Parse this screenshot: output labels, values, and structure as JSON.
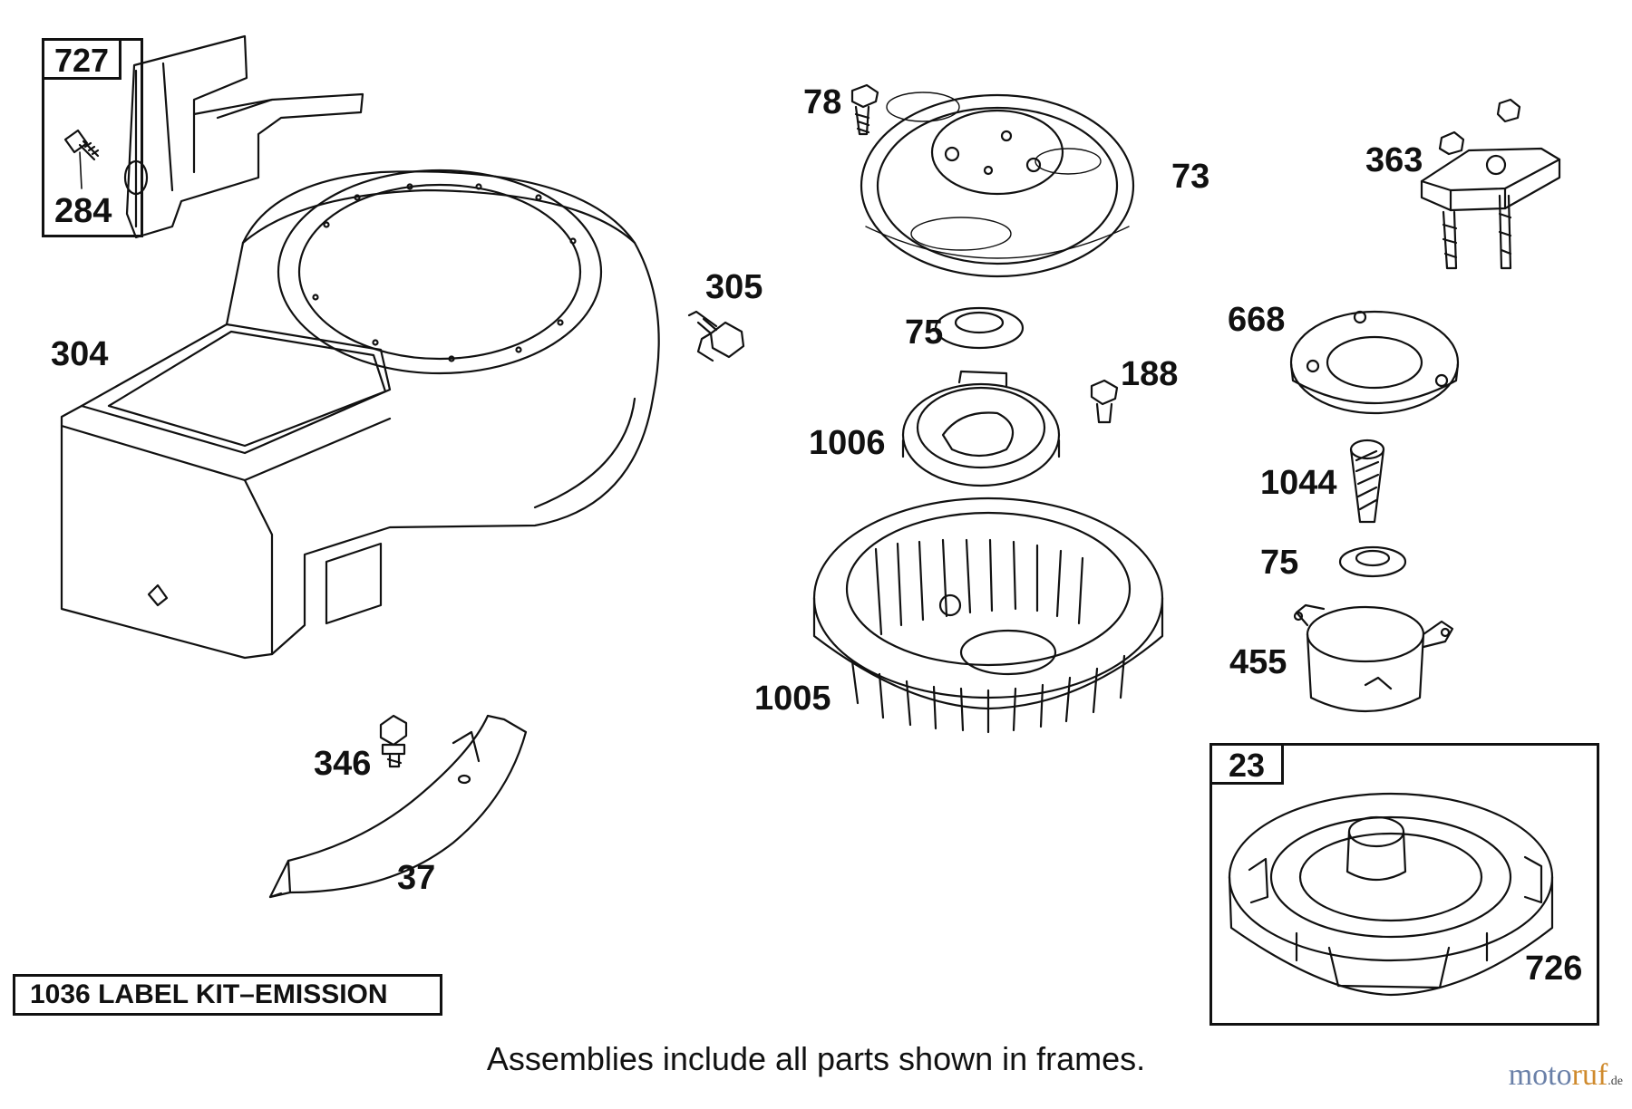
{
  "callouts": {
    "p727": "727",
    "p284": "284",
    "p304": "304",
    "p305": "305",
    "p346": "346",
    "p37": "37",
    "p78": "78",
    "p73": "73",
    "p75a": "75",
    "p188": "188",
    "p1006": "1006",
    "p1005": "1005",
    "p363": "363",
    "p668": "668",
    "p1044": "1044",
    "p75b": "75",
    "p455": "455",
    "p23": "23",
    "p726": "726"
  },
  "label_kit": "1036 LABEL KIT–EMISSION",
  "footnote": "Assemblies include all parts shown in frames.",
  "watermark": {
    "brand_a": "moto",
    "brand_b": "ruf",
    "suffix": ".de"
  },
  "colors": {
    "line": "#111111",
    "watermark_blue": "#6a80a8",
    "watermark_orange": "#cf8a2d"
  }
}
